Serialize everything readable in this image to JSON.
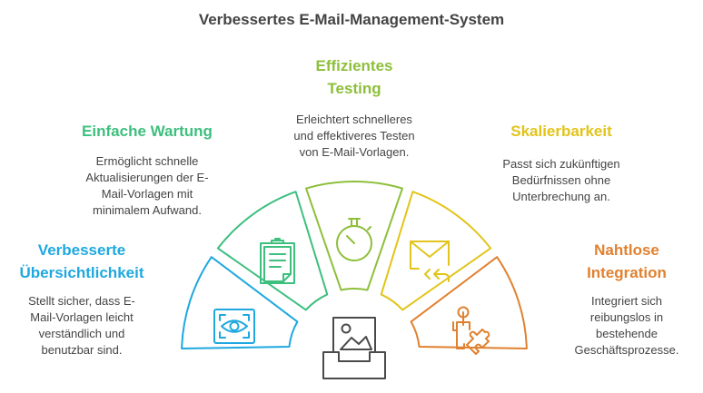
{
  "title": "Verbessertes E-Mail-Management-System",
  "colors": {
    "blue": "#1ea8df",
    "green": "#3dbf7e",
    "lime": "#8dbf3b",
    "yellow": "#e2c41a",
    "orange": "#e0812f",
    "gray": "#4a4a4a"
  },
  "items": [
    {
      "heading": [
        "Verbesserte",
        "Übersichtlichkeit"
      ],
      "desc": [
        "Stellt sicher, dass E-",
        "Mail-Vorlagen leicht",
        "verständlich und",
        "benutzbar sind."
      ],
      "icon": "eye-scan-icon"
    },
    {
      "heading": [
        "Einfache Wartung"
      ],
      "desc": [
        "Ermöglicht schnelle",
        "Aktualisierungen der E-",
        "Mail-Vorlagen mit",
        "minimalem Aufwand."
      ],
      "icon": "clipboard-icon"
    },
    {
      "heading": [
        "Effizientes",
        "Testing"
      ],
      "desc": [
        "Erleichtert schnelleres",
        "und effektiveres Testen",
        "von E-Mail-Vorlagen."
      ],
      "icon": "stopwatch-icon"
    },
    {
      "heading": [
        "Skalierbarkeit"
      ],
      "desc": [
        "Passt sich zukünftigen",
        "Bedürfnissen ohne",
        "Unterbrechung an."
      ],
      "icon": "mail-reply-icon"
    },
    {
      "heading": [
        "Nahtlose",
        "Integration"
      ],
      "desc": [
        "Integriert sich",
        "reibungslos in",
        "bestehende",
        "Geschäftsprozesse."
      ],
      "icon": "person-puzzle-icon"
    }
  ],
  "center_icon": "image-tray-icon"
}
